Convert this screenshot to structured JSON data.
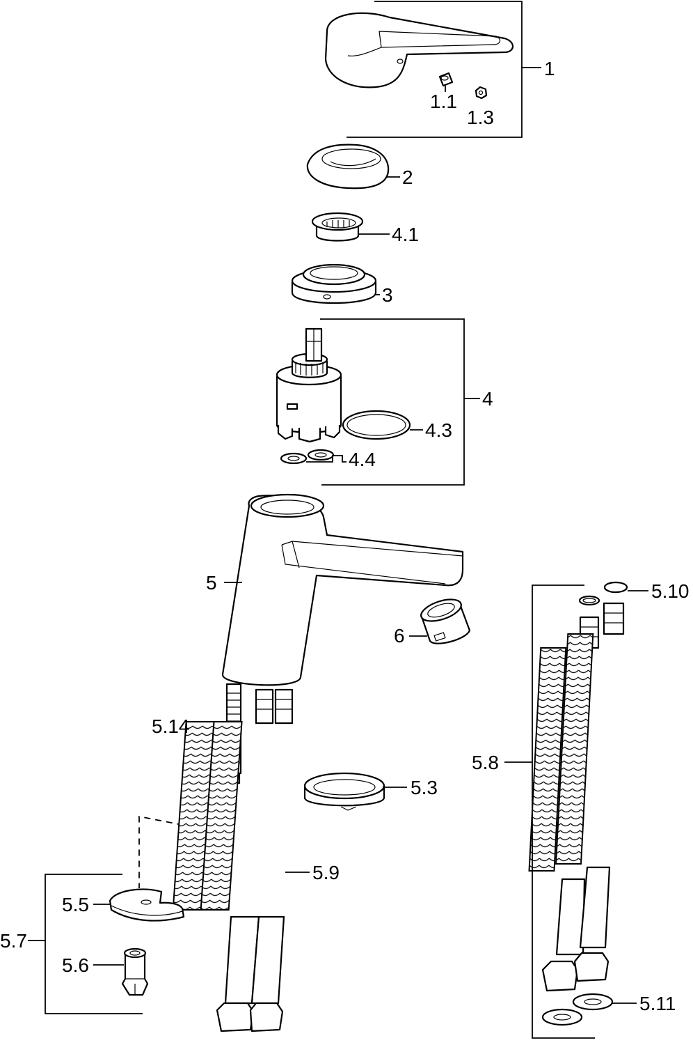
{
  "labels": {
    "l1": "1",
    "l1_1": "1.1",
    "l1_3": "1.3",
    "l2": "2",
    "l4_1": "4.1",
    "l3": "3",
    "l4": "4",
    "l4_3": "4.3",
    "l4_4": "4.4",
    "l5": "5",
    "l6": "6",
    "l5_10": "5.10",
    "l5_14": "5.14",
    "l5_8": "5.8",
    "l5_3": "5.3",
    "l5_9": "5.9",
    "l5_5": "5.5",
    "l5_7": "5.7",
    "l5_6": "5.6",
    "l5_11": "5.11"
  }
}
